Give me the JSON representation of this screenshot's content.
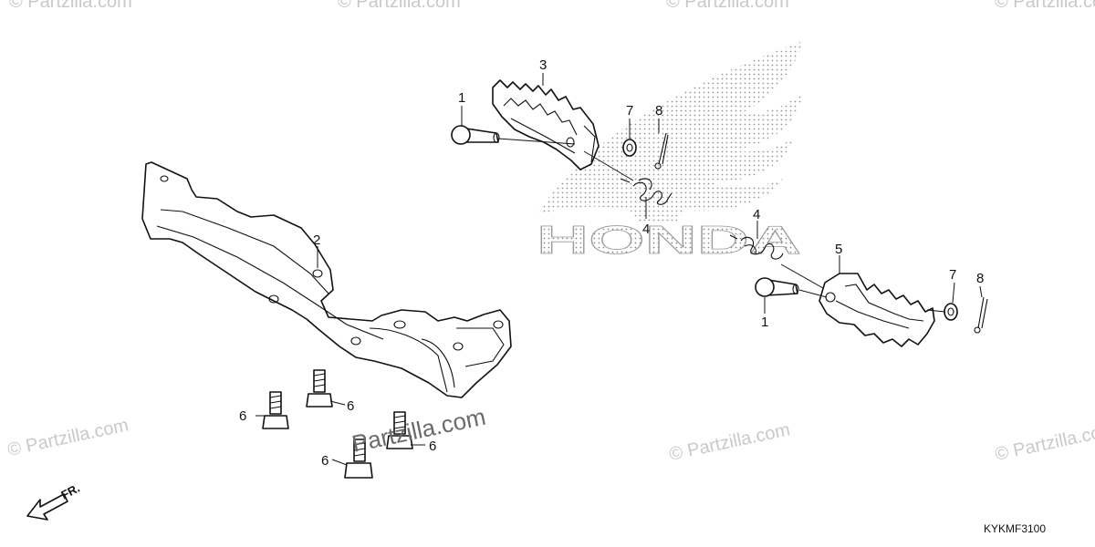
{
  "diagram": {
    "callouts": {
      "pin_upper": "1",
      "pin_lower": "1",
      "bar": "2",
      "step_left": "3",
      "spring_upper": "4",
      "spring_lower": "4",
      "step_right": "5",
      "bolt_a": "6",
      "bolt_b": "6",
      "bolt_c": "6",
      "bolt_d": "6",
      "washer_upper": "7",
      "washer_lower": "7",
      "cotter_upper": "8",
      "cotter_lower": "8"
    },
    "direction_label": "FR.",
    "diagram_code": "KYKMF3100"
  },
  "watermark": {
    "text": "© Partzilla.com",
    "main_text": "Partzilla.com",
    "brand_text": "HONDA"
  }
}
